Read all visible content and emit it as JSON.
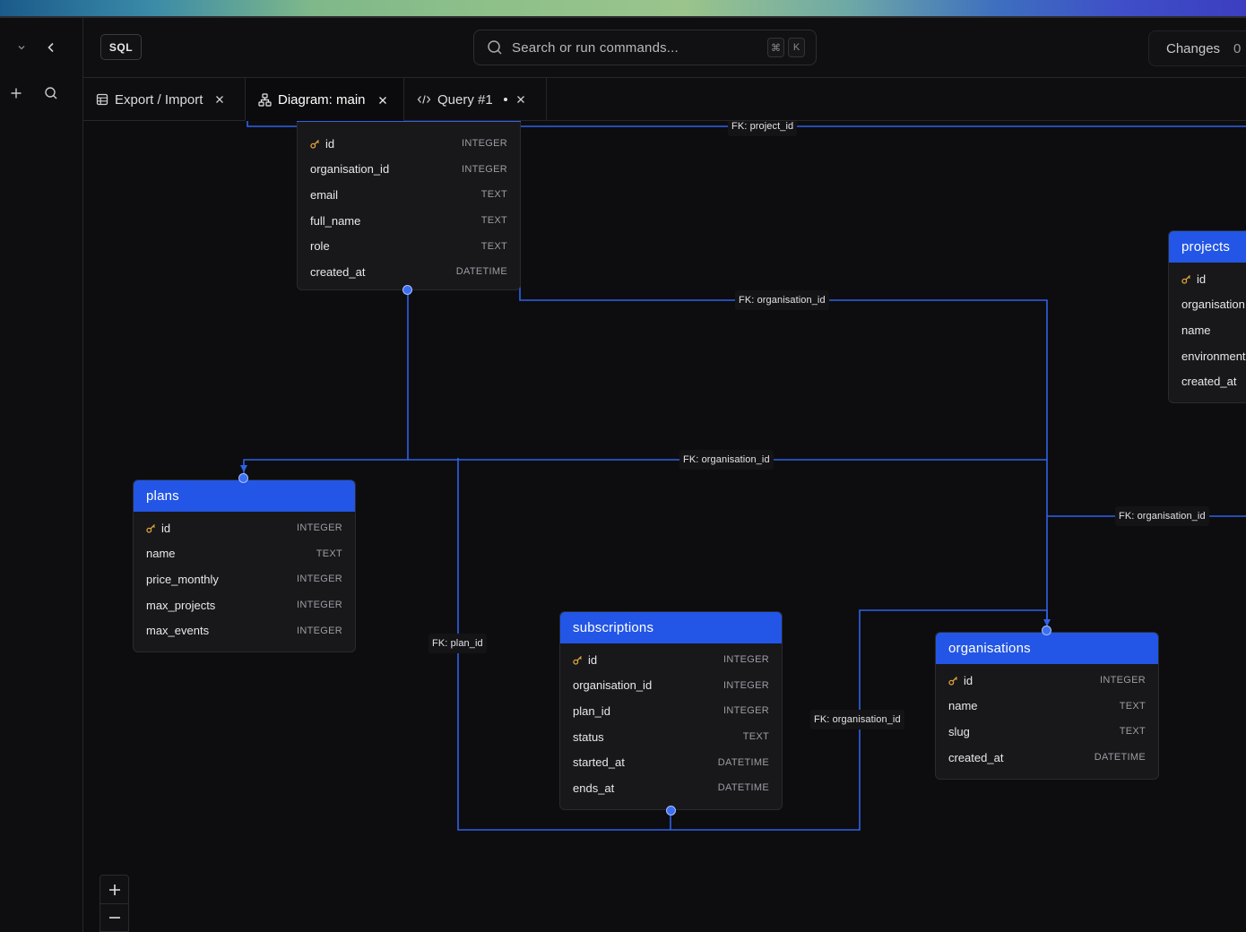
{
  "header": {
    "sql_label": "SQL",
    "search_placeholder": "Search or run commands...",
    "kbd_cmd": "⌘",
    "kbd_k": "K",
    "changes_label": "Changes",
    "changes_count": "0"
  },
  "tabs": [
    {
      "label": "Export / Import",
      "icon": "table-icon",
      "active": false
    },
    {
      "label": "Diagram: main",
      "icon": "diagram-icon",
      "active": true
    },
    {
      "label": "Query #1",
      "icon": "code-icon",
      "active": false,
      "unsaved": true
    }
  ],
  "fk_labels": {
    "project_id": "FK: project_id",
    "org_top": "FK: organisation_id",
    "org_mid": "FK: organisation_id",
    "org_right": "FK: organisation_id",
    "plan_id": "FK: plan_id",
    "org_sub": "FK: organisation_id"
  },
  "tables": {
    "users": {
      "name": "",
      "columns": [
        {
          "name": "id",
          "type": "INTEGER",
          "pk": true
        },
        {
          "name": "organisation_id",
          "type": "INTEGER"
        },
        {
          "name": "email",
          "type": "TEXT"
        },
        {
          "name": "full_name",
          "type": "TEXT"
        },
        {
          "name": "role",
          "type": "TEXT"
        },
        {
          "name": "created_at",
          "type": "DATETIME"
        }
      ]
    },
    "projects": {
      "name": "projects",
      "columns": [
        {
          "name": "id",
          "type": "",
          "pk": true
        },
        {
          "name": "organisation",
          "type": ""
        },
        {
          "name": "name",
          "type": ""
        },
        {
          "name": "environment",
          "type": ""
        },
        {
          "name": "created_at",
          "type": ""
        }
      ]
    },
    "plans": {
      "name": "plans",
      "columns": [
        {
          "name": "id",
          "type": "INTEGER",
          "pk": true
        },
        {
          "name": "name",
          "type": "TEXT"
        },
        {
          "name": "price_monthly",
          "type": "INTEGER"
        },
        {
          "name": "max_projects",
          "type": "INTEGER"
        },
        {
          "name": "max_events",
          "type": "INTEGER"
        }
      ]
    },
    "subscriptions": {
      "name": "subscriptions",
      "columns": [
        {
          "name": "id",
          "type": "INTEGER",
          "pk": true
        },
        {
          "name": "organisation_id",
          "type": "INTEGER"
        },
        {
          "name": "plan_id",
          "type": "INTEGER"
        },
        {
          "name": "status",
          "type": "TEXT"
        },
        {
          "name": "started_at",
          "type": "DATETIME"
        },
        {
          "name": "ends_at",
          "type": "DATETIME"
        }
      ]
    },
    "organisations": {
      "name": "organisations",
      "columns": [
        {
          "name": "id",
          "type": "INTEGER",
          "pk": true
        },
        {
          "name": "name",
          "type": "TEXT"
        },
        {
          "name": "slug",
          "type": "TEXT"
        },
        {
          "name": "created_at",
          "type": "DATETIME"
        }
      ]
    }
  },
  "zoom": {
    "in": "+",
    "out": "−"
  },
  "colors": {
    "accent": "#2356e6",
    "edge": "#2f62e8",
    "key": "#e0a43a"
  }
}
